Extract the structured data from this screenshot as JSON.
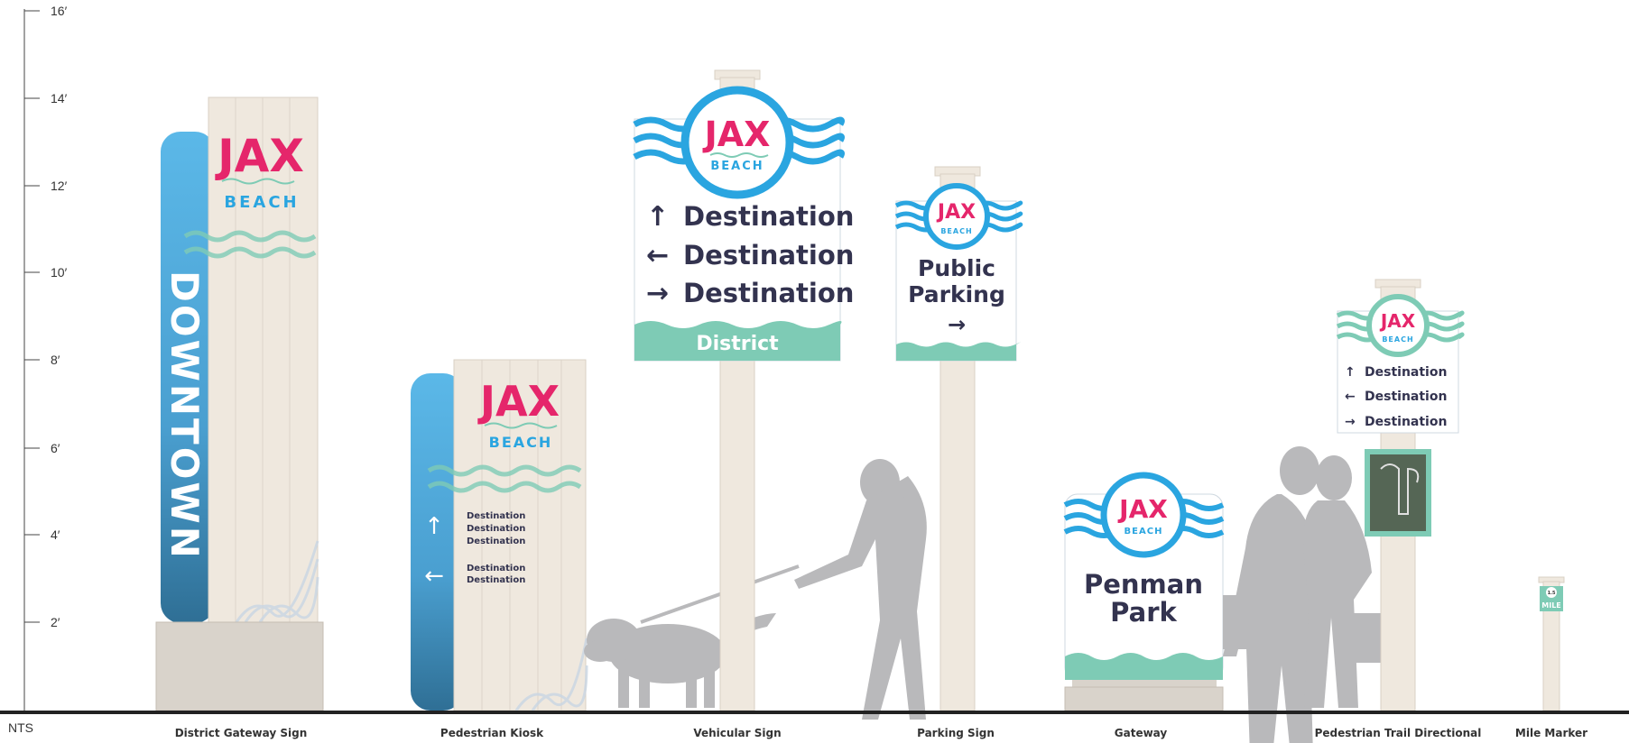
{
  "scale_labels": [
    "16′",
    "14′",
    "12′",
    "10′",
    "8′",
    "6′",
    "4′",
    "2′"
  ],
  "nts": "NTS",
  "brand": {
    "word": "JAX",
    "sub": "BEACH"
  },
  "colors": {
    "pink": "#e5266b",
    "blue": "#2aa5e0",
    "teal": "#7ecbb5",
    "navy": "#33334f",
    "post": "#efe8de",
    "base": "#d9d3cb"
  },
  "signs": [
    {
      "name": "District Gateway Sign",
      "vertical_text": "DOWNTOWN"
    },
    {
      "name": "Pedestrian Kiosk",
      "destinations": [
        "Destination",
        "Destination",
        "Destination",
        "Destination",
        "Destination"
      ]
    },
    {
      "name": "Vehicular Sign",
      "destinations": [
        "Destination",
        "Destination",
        "Destination"
      ],
      "footer": "District"
    },
    {
      "name": "Parking Sign",
      "line1": "Public",
      "line2": "Parking"
    },
    {
      "name": "Gateway",
      "line1": "Penman",
      "line2": "Park"
    },
    {
      "name": "Pedestrian Trail Directional",
      "destinations": [
        "Destination",
        "Destination",
        "Destination"
      ]
    },
    {
      "name": "Mile Marker",
      "value": "1.5",
      "unit": "MILE"
    }
  ]
}
